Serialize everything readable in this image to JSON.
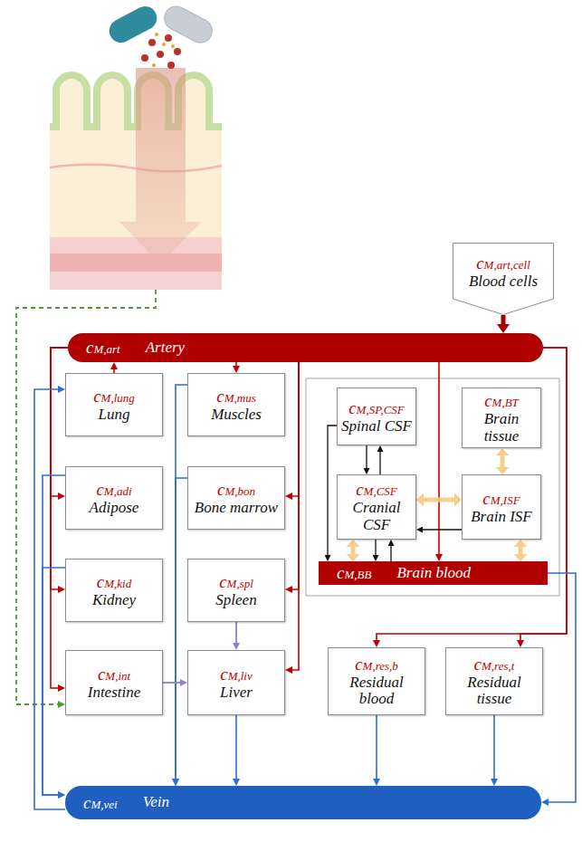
{
  "diagram": {
    "nodes": [
      {
        "text": [
          "cM,art,cell",
          "Blood cells"
        ]
      },
      {
        "text": [
          "cM,art",
          "Artery"
        ]
      },
      {
        "text": [
          "cM,lung",
          "Lung"
        ]
      },
      {
        "text": [
          "cM,mus",
          "Muscles"
        ]
      },
      {
        "text": [
          "cM,SP,CSF",
          "Spinal CSF"
        ]
      },
      {
        "text": [
          "cM,BT",
          "Brain tissue"
        ]
      },
      {
        "text": [
          "cM,adi",
          "Adipose"
        ]
      },
      {
        "text": [
          "cM,bon",
          "Bone marrow"
        ]
      },
      {
        "text": [
          "cM,CSF",
          "Cranial CSF"
        ]
      },
      {
        "text": [
          "cM,ISF",
          "Brain ISF"
        ]
      },
      {
        "text": [
          "cM,BB",
          "Brain blood"
        ]
      },
      {
        "text": [
          "cM,kid",
          "Kidney"
        ]
      },
      {
        "text": [
          "cM,spl",
          "Spleen"
        ]
      },
      {
        "text": [
          "cM,int",
          "Intestine"
        ]
      },
      {
        "text": [
          "cM,liv",
          "Liver"
        ]
      },
      {
        "text": [
          "cM,res,b",
          "Residual blood"
        ]
      },
      {
        "text": [
          "cM,res,t",
          "Residual tissue"
        ]
      },
      {
        "text": [
          "cM,vei",
          "Vein"
        ]
      }
    ],
    "edges": [
      {
        "from": 0,
        "to": 1,
        "arrow": "to"
      },
      {
        "from": 2,
        "to": 1,
        "arrow": "to"
      },
      {
        "from": 1,
        "to": 3,
        "arrow": "to"
      },
      {
        "from": 1,
        "to": 6,
        "arrow": "to"
      },
      {
        "from": 1,
        "to": 11,
        "arrow": "to"
      },
      {
        "from": 1,
        "to": 13,
        "arrow": "to"
      },
      {
        "from": 1,
        "to": 7,
        "arrow": "to"
      },
      {
        "from": 1,
        "to": 12,
        "arrow": "to"
      },
      {
        "from": 1,
        "to": 14,
        "arrow": "to"
      },
      {
        "from": 1,
        "to": 10,
        "arrow": "to"
      },
      {
        "from": 1,
        "to": 15,
        "arrow": "to"
      },
      {
        "from": 1,
        "to": 16,
        "arrow": "to"
      },
      {
        "from": 17,
        "to": 2,
        "arrow": "to"
      },
      {
        "from": 6,
        "to": 17,
        "arrow": "to"
      },
      {
        "from": 11,
        "to": 17,
        "arrow": "to"
      },
      {
        "from": 3,
        "to": 17,
        "arrow": "to"
      },
      {
        "from": 7,
        "to": 17,
        "arrow": "to"
      },
      {
        "from": 12,
        "to": 14,
        "arrow": "to"
      },
      {
        "from": 13,
        "to": 14,
        "arrow": "to"
      },
      {
        "from": 14,
        "to": 17,
        "arrow": "to"
      },
      {
        "from": 15,
        "to": 17,
        "arrow": "to"
      },
      {
        "from": 16,
        "to": 17,
        "arrow": "to"
      },
      {
        "from": 10,
        "to": 17,
        "arrow": "to"
      },
      {
        "from": 4,
        "to": 8,
        "arrow": "to"
      },
      {
        "from": 8,
        "to": 4,
        "arrow": "to"
      },
      {
        "from": 4,
        "to": 10,
        "arrow": "to"
      },
      {
        "from": 5,
        "to": 9,
        "arrow": "both"
      },
      {
        "from": 8,
        "to": 9,
        "arrow": "both"
      },
      {
        "from": 9,
        "to": 8,
        "arrow": "to"
      },
      {
        "from": 8,
        "to": 10,
        "arrow": "to"
      },
      {
        "from": 10,
        "to": 8,
        "arrow": "to"
      },
      {
        "from": 8,
        "to": 10,
        "arrow": "both"
      },
      {
        "from": 9,
        "to": 10,
        "arrow": "both"
      }
    ]
  }
}
